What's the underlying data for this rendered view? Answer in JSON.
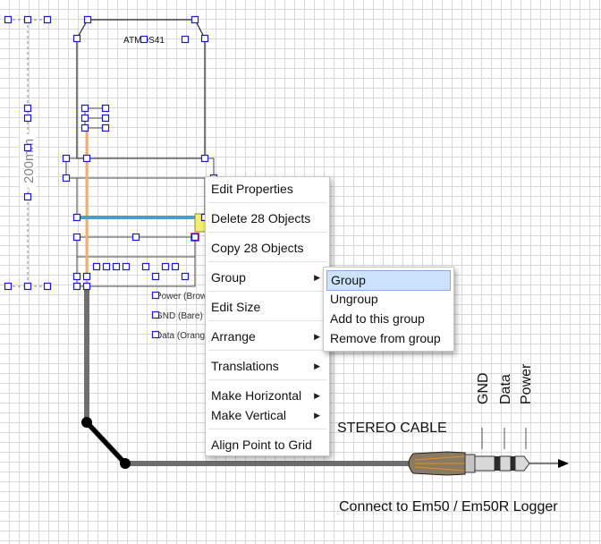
{
  "diagram": {
    "device_label": "ATMOS41",
    "dimension_label": "200mm",
    "wire_labels": [
      "Power (Brown)",
      "GND (Bare)",
      "Data (Orange)"
    ],
    "cable_label": "STEREO CABLE",
    "plug_labels": [
      "GND",
      "Data",
      "Power"
    ],
    "footer_label": "Connect to Em50 / Em50R Logger"
  },
  "context_menu": {
    "items": [
      {
        "label": "Edit Properties",
        "submenu": false
      },
      {
        "label": "Delete 28 Objects",
        "submenu": false
      },
      {
        "label": "Copy 28 Objects",
        "submenu": false
      },
      {
        "label": "Group",
        "submenu": true
      },
      {
        "label": "Edit Size",
        "submenu": false
      },
      {
        "label": "Arrange",
        "submenu": true
      },
      {
        "label": "Translations",
        "submenu": true
      },
      {
        "label": "Make Horizontal",
        "submenu": true
      },
      {
        "label": "Make Vertical",
        "submenu": true
      },
      {
        "label": "Align Point to Grid",
        "submenu": false
      }
    ],
    "submenu_arrow": "▶"
  },
  "group_submenu": {
    "items": [
      "Group",
      "Ungroup",
      "Add to this group",
      "Remove from group"
    ],
    "highlighted": "Group"
  },
  "colors": {
    "selection_handle": "#1a1adc",
    "cable": "#6e6e6e",
    "wire_blue": "#4a9ec8",
    "wire_orange": "#f0b070",
    "highlight": "#cce3fb"
  }
}
